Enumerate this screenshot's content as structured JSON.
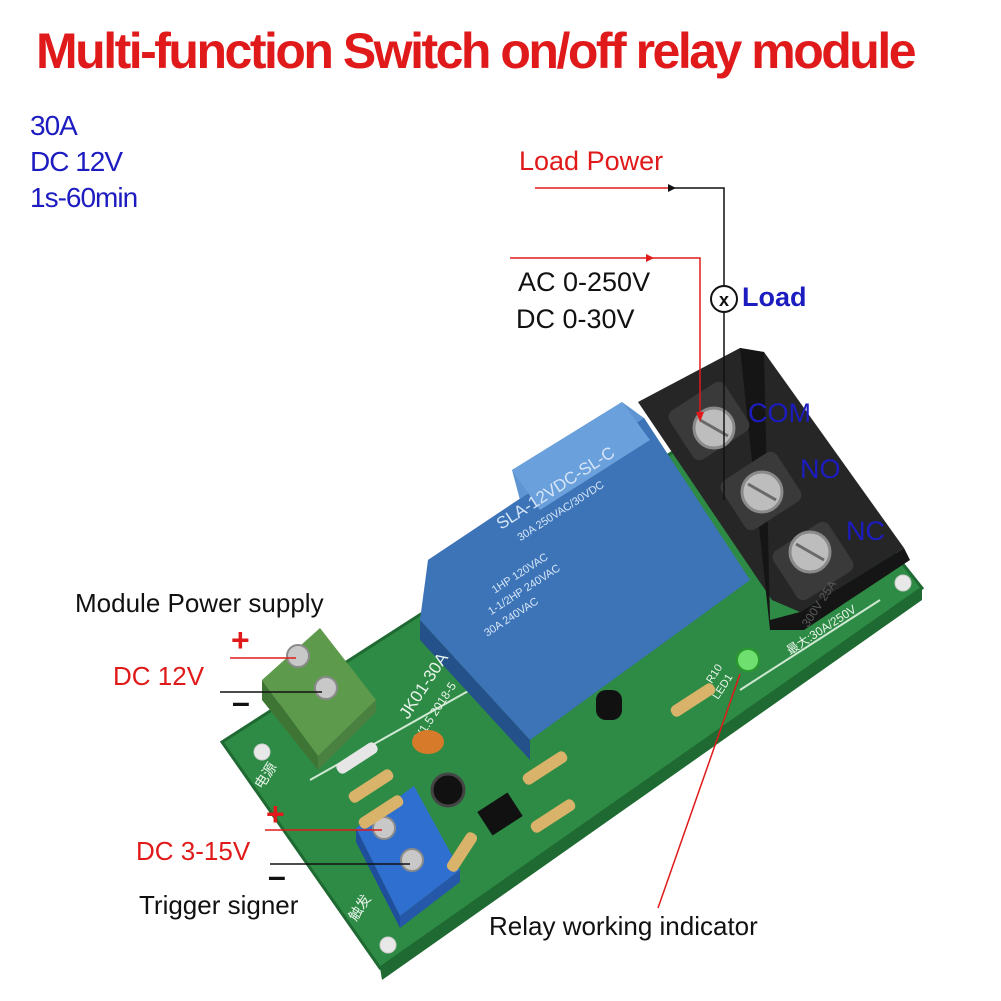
{
  "title": "Multi-function Switch on/off relay module",
  "specs": [
    "30A",
    "DC 12V",
    "1s-60min"
  ],
  "labels": {
    "load_power": "Load Power",
    "ac_range": "AC 0-250V",
    "dc_range": "DC 0-30V",
    "load": "Load",
    "load_symbol": "x",
    "com": "COM",
    "no": "NO",
    "nc": "NC",
    "module_power": "Module Power supply",
    "dc12v": "DC 12V",
    "dc3_15v": "DC 3-15V",
    "trigger": "Trigger signer",
    "relay_indicator": "Relay working indicator",
    "plus": "+",
    "minus": "–"
  },
  "relay_text": {
    "model": "SLA-12VDC-SL-C",
    "rating": "30A 250VAC/30VDC",
    "line1": "1HP 120VAC",
    "line2": "1-1/2HP 240VAC",
    "line3": "30A 240VAC"
  },
  "board_text": {
    "model": "JK01-30A",
    "version": "V1.5 2018-5",
    "terminal_rating": "300V 25A",
    "max_rating": "最大:30A/250V",
    "power_cn": "电源",
    "trigger_cn": "触发",
    "led": "LED1",
    "r10": "R10"
  },
  "colors": {
    "title": "#e01a1a",
    "spec": "#1c1cc0",
    "label_red": "#e01a1a",
    "label_blue": "#1c1cc0",
    "label_black": "#111111",
    "pcb": "#2e8b45",
    "relay": "#3d74b8",
    "terminal_green": "#5e9a4c",
    "terminal_blue": "#2f6fcf",
    "terminal_black": "#1c1c1c"
  }
}
